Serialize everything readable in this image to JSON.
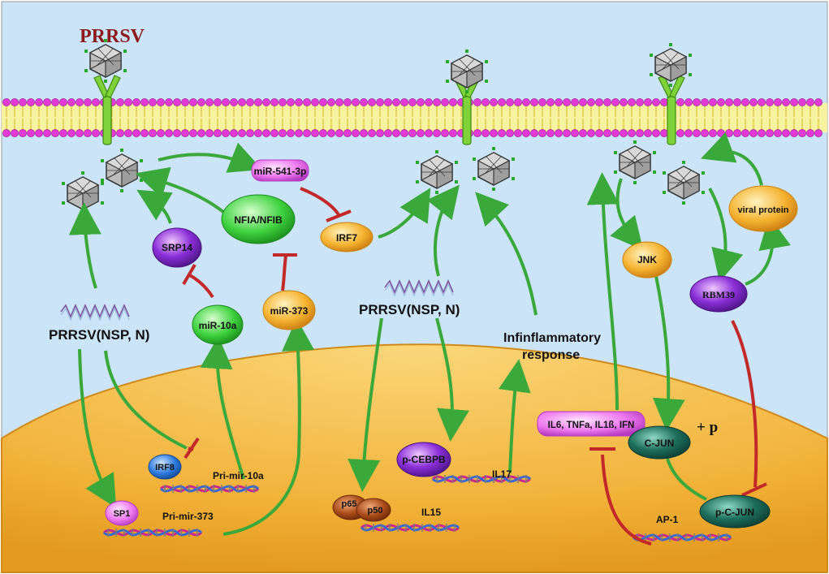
{
  "title": "PRRSV",
  "colors": {
    "sky": "#cce4f7",
    "cytoplasm": "#f5c04a",
    "membrane": "#e23ad6",
    "receptor": "#7fd23a",
    "activation": "#3aa83a",
    "inhibition": "#c22a2a",
    "title": "#8b1a1a"
  },
  "left_panel": {
    "virus_genome_label": "PRRSV(NSP, N)",
    "mir541": "miR-541-3p",
    "irf7": "IRF7",
    "nfia_nfib": "NFIA/NFIB",
    "srp14": "SRP14",
    "mir10a": "miR-10a",
    "mir373": "miR-373",
    "irf8": "IRF8",
    "sp1": "SP1",
    "pri_mir_10a": "Pri-mir-10a",
    "pri_mir_373": "Pri-mir-373"
  },
  "middle_panel": {
    "virus_genome_label": "PRRSV(NSP, N)",
    "response_line1": "Infinflammatory",
    "response_line2": "response",
    "p_cebpb": "p-CEBPB",
    "il17": "IL17",
    "p65": "p65",
    "p50": "p50",
    "il15": "IL15"
  },
  "right_panel": {
    "viral_protein": "viral protein",
    "jnk": "JNK",
    "rbm39": "RBM39",
    "cytokines": "IL6, TNFa, IL1ß, IFN",
    "c_jun": "C-JUN",
    "plus_p": "+ p",
    "p_c_jun": "p-C-JUN",
    "ap1": "AP-1"
  }
}
